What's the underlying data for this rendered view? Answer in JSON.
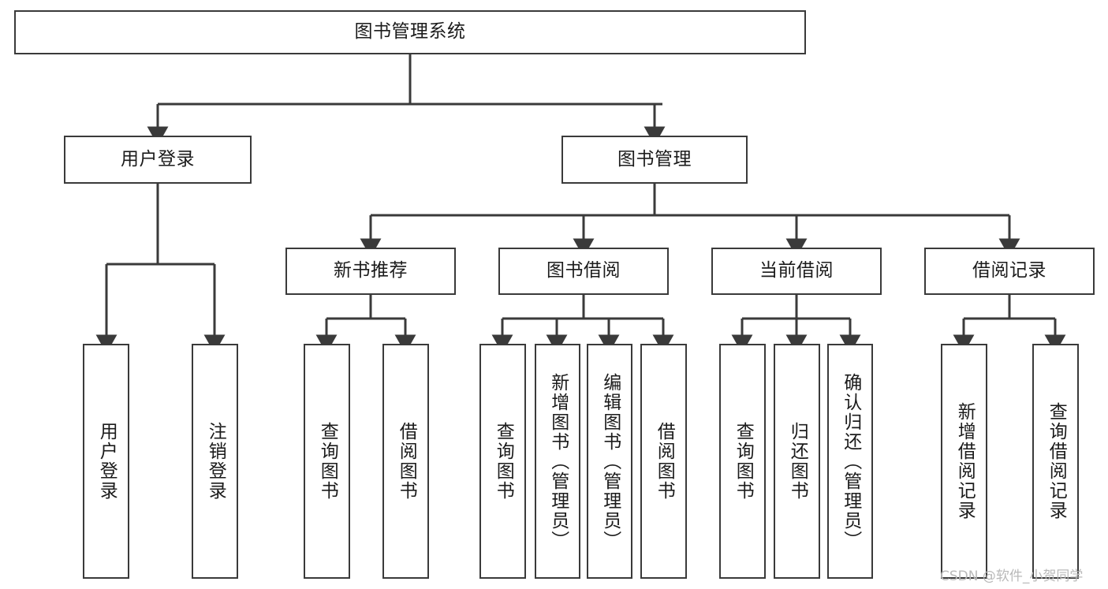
{
  "diagram": {
    "title": "图书管理系统",
    "type": "tree-hierarchy-chart",
    "background_color": "#ffffff",
    "line_color": "#3a3a3a",
    "text_color": "#1b1b1b"
  },
  "nodes": {
    "root": {
      "label": "图书管理系统"
    },
    "level2": [
      {
        "label": "用户登录"
      },
      {
        "label": "图书管理"
      }
    ],
    "level3": [
      {
        "label": "新书推荐"
      },
      {
        "label": "图书借阅"
      },
      {
        "label": "当前借阅"
      },
      {
        "label": "借阅记录"
      }
    ],
    "leaves": {
      "user_login": [
        {
          "label": "用户登录"
        },
        {
          "label": "注销登录"
        }
      ],
      "new_book_recommend": [
        {
          "label": "查询图书"
        },
        {
          "label": "借阅图书"
        }
      ],
      "book_borrow": [
        {
          "label": "查询图书"
        },
        {
          "label": "新增图书（管理员）"
        },
        {
          "label": "编辑图书（管理员）"
        },
        {
          "label": "借阅图书"
        }
      ],
      "current_borrow": [
        {
          "label": "查询图书"
        },
        {
          "label": "归还图书"
        },
        {
          "label": "确认归还（管理员）"
        }
      ],
      "borrow_record": [
        {
          "label": "新增借阅记录"
        },
        {
          "label": "查询借阅记录"
        }
      ]
    }
  },
  "watermark": {
    "text": "CSDN @软件_小贺同学",
    "color": "#b9b9b9"
  }
}
